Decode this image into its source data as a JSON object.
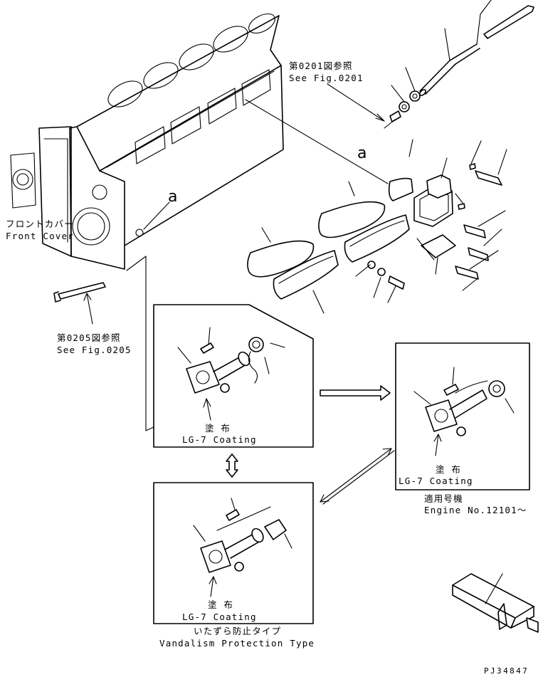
{
  "labels": {
    "fig0201_jp": "第0201図参照",
    "fig0201_en": "See Fig.0201",
    "front_cover_jp": "フロントカバー",
    "front_cover_en": "Front Cover",
    "fig0205_jp": "第0205図参照",
    "fig0205_en": "See Fig.0205",
    "ref_a": "a",
    "coating_jp": "塗 布",
    "coating_en": "LG-7 Coating",
    "engine_no_jp": "適用号機",
    "engine_no_en": "Engine No.12101〜",
    "vandal_jp": "いたずら防止タイプ",
    "vandal_en": "Vandalism Protection Type",
    "drawing_code": "PJ34847"
  }
}
